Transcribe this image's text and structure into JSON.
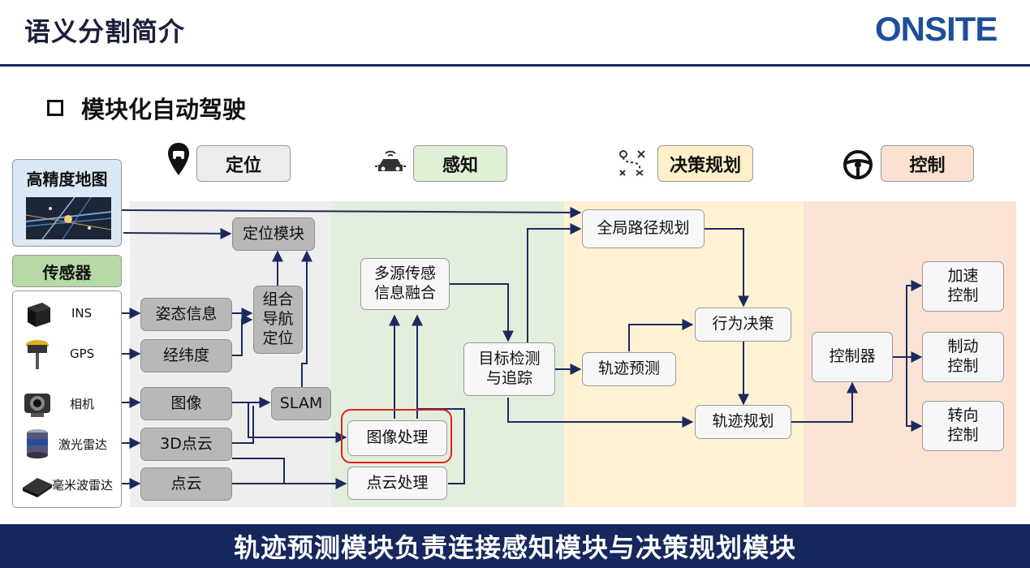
{
  "slide": {
    "title": "语义分割简介",
    "logo": "ONSITE",
    "section": "模块化自动驾驶"
  },
  "categories": {
    "localization": "定位",
    "perception": "感知",
    "decision": "决策规划",
    "control": "控制"
  },
  "left": {
    "hd_map": "高精度地图",
    "sensors_title": "传感器",
    "sensors": [
      "INS",
      "GPS",
      "相机",
      "激光雷达",
      "毫米波雷达"
    ]
  },
  "localization": {
    "attitude": "姿态信息",
    "latlon": "经纬度",
    "image": "图像",
    "pointcloud3d": "3D点云",
    "pointcloud": "点云",
    "integrated_nav": "组合\n导航\n定位",
    "slam": "SLAM",
    "loc_module": "定位模块"
  },
  "perception": {
    "fusion": "多源传感\n信息融合",
    "image_proc": "图像处理",
    "pc_proc": "点云处理",
    "detect_track": "目标检测\n与追踪"
  },
  "decision": {
    "global_route": "全局路径规划",
    "behavior": "行为决策",
    "traj_pred": "轨迹预测",
    "traj_plan": "轨迹规划"
  },
  "control": {
    "controller": "控制器",
    "accel": "加速\n控制",
    "brake": "制动\n控制",
    "steer": "转向\n控制"
  },
  "footer": "轨迹预测模块负责连接感知模块与决策规划模块",
  "colors": {
    "accent": "#15275c",
    "highlight": "#e02020",
    "wire": "#1b2a5e"
  }
}
